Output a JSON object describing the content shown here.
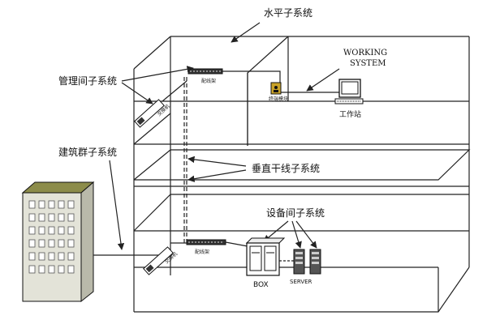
{
  "labels": {
    "horizontal_subsystem": "水平子系统",
    "working_system_line1": "WORKING",
    "working_system_line2": "SYSTEM",
    "management_room_subsystem": "管理间子系统",
    "building_group_subsystem": "建筑群子系统",
    "vertical_backbone_subsystem": "垂直干线子系统",
    "equipment_room_subsystem": "设备间子系统",
    "patch_panel_top": "配线架",
    "patch_panel_bottom": "配线架",
    "switch_top": "交换机",
    "switch_bottom": "交换机",
    "terminal_module": "终端模块",
    "workstation": "工作站",
    "box": "BOX",
    "server": "SERVER"
  },
  "colors": {
    "line": "#222222",
    "building_face": "#e3e3d8",
    "building_side": "#b9b9aa",
    "building_top": "#8c8c4a",
    "window": "#ffffff",
    "terminal_box": "#c9a227"
  },
  "icons": {
    "building": "office-building-icon",
    "switch": "network-switch-icon",
    "patch_panel": "patch-panel-icon",
    "terminal": "wall-outlet-icon",
    "workstation": "computer-monitor-icon",
    "box": "cabinet-icon",
    "server": "server-tower-icon"
  }
}
